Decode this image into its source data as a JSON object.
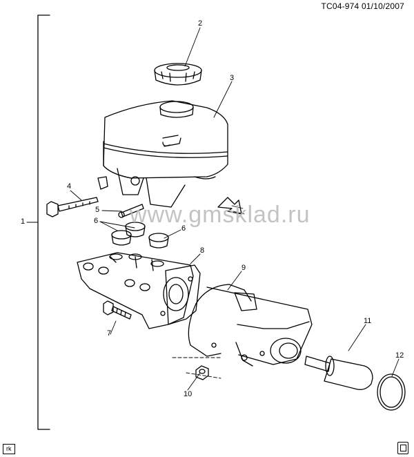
{
  "header": {
    "doc_id": "TC04-974",
    "date": "01/10/2007"
  },
  "watermark": "www.gmsklad.ru",
  "corner_tag": "rk",
  "callouts": {
    "c1": "1",
    "c2": "2",
    "c3": "3",
    "c4": "4",
    "c5": "5",
    "c6a": "6",
    "c6b": "6",
    "c7": "7",
    "c8": "8",
    "c9": "9",
    "c10": "10",
    "c11": "11",
    "c12": "12"
  },
  "icons": {
    "arrow": "direction-arrow-icon",
    "corner_mark": "page-mark-icon"
  },
  "colors": {
    "line": "#000000",
    "watermark": "#b9b9b9",
    "background": "#ffffff"
  }
}
